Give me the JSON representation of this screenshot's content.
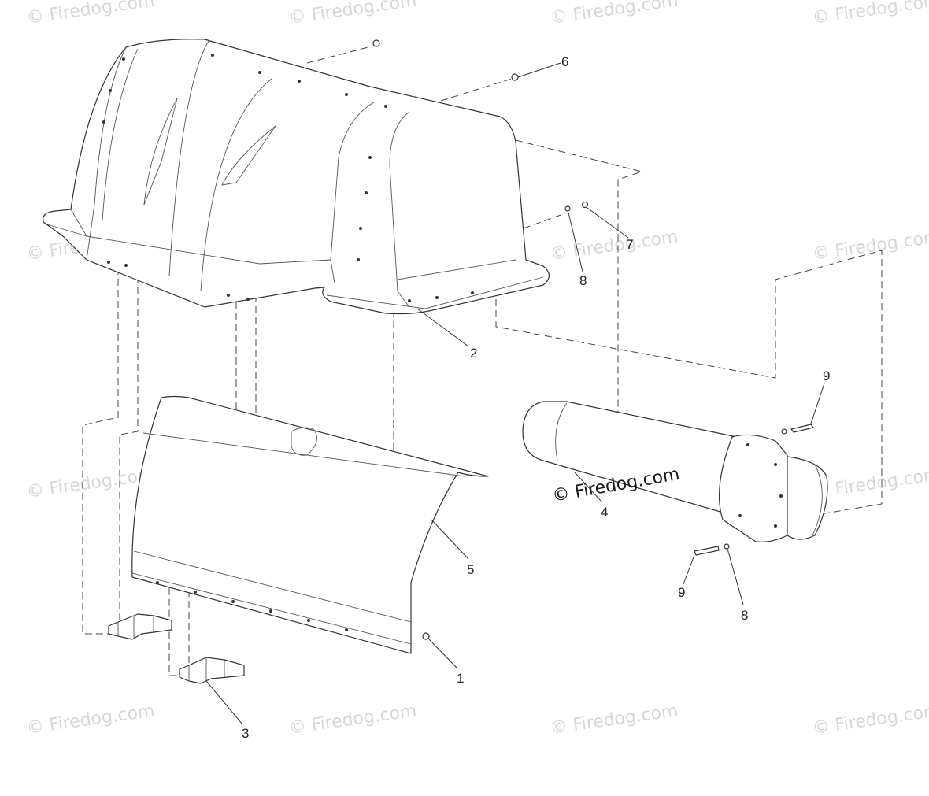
{
  "watermark": {
    "text": "© Firedog.com"
  },
  "brand_stamp": {
    "text": "© Firedog.com"
  },
  "callouts": {
    "c1": "1",
    "c2": "2",
    "c3": "3",
    "c4": "4",
    "c5": "5",
    "c6": "6",
    "c7": "7",
    "c8a": "8",
    "c8b": "8",
    "c9a": "9",
    "c9b": "9"
  }
}
